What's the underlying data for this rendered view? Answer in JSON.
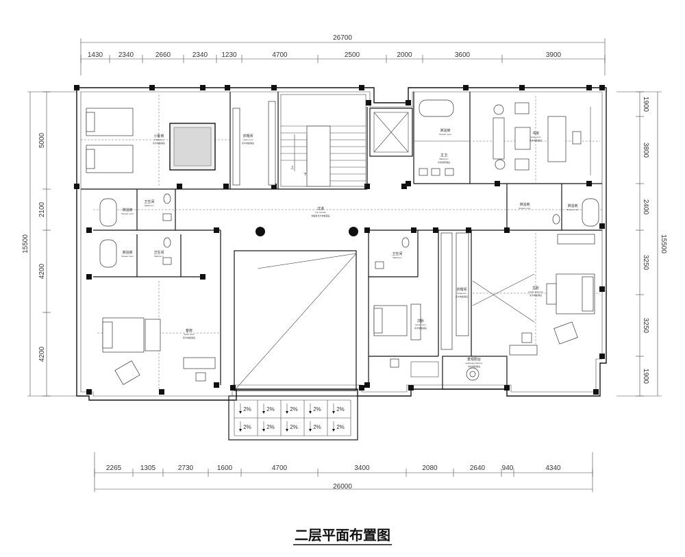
{
  "title": "二层平面布置图",
  "top_dims": {
    "total": "26700",
    "segments": [
      "1430",
      "2340",
      "2660",
      "2340",
      "1230",
      "4700",
      "2500",
      "2000",
      "3600",
      "3900"
    ]
  },
  "bottom_dims": {
    "total": "26000",
    "segments": [
      "2265",
      "1305",
      "2730",
      "1600",
      "4700",
      "3400",
      "2080",
      "2640",
      "940",
      "4340"
    ]
  },
  "left_dims": {
    "total": "15500",
    "segments": [
      "5000",
      "2100",
      "4200",
      "4200"
    ]
  },
  "right_dims": {
    "total": "15500",
    "segments": [
      "1900",
      "3800",
      "2400",
      "3250",
      "3250",
      "1900"
    ]
  },
  "rooms": {
    "small_bedroom": {
      "cn": "小卧房",
      "en": "Child room",
      "note": "实木地板铺设"
    },
    "cloakroom_left": {
      "cn": "衣帽间",
      "en": "Cloth room",
      "note": "实木地板铺设"
    },
    "bath_left_1": {
      "cn": "卫生间",
      "en": "Bathroom"
    },
    "shower_left_1": {
      "cn": "淋浴房",
      "en": "Shower room"
    },
    "bath_left_2": {
      "cn": "卫生间",
      "en": "Bathroom"
    },
    "shower_left_2": {
      "cn": "淋浴房",
      "en": "Shower room"
    },
    "guest_room": {
      "cn": "客房",
      "en": "Guest room",
      "note": "实木地板铺设"
    },
    "corridor": {
      "cn": "过道",
      "en": "The corridor",
      "note": "地面复合木地板铺设"
    },
    "shower_top": {
      "cn": "淋浴房",
      "en": "Shower room"
    },
    "bath_top": {
      "cn": "主卫",
      "en": "Bathroom",
      "note": "木纹地砖铺设"
    },
    "study": {
      "cn": "书房",
      "en": "study room",
      "note": "实木地板铺设"
    },
    "shower_right_a": {
      "cn": "淋浴房",
      "en": "Shower room"
    },
    "shower_right_b": {
      "cn": "淋浴房",
      "en": "Shower room"
    },
    "bath_mid": {
      "cn": "卫生间",
      "en": "Bathroom"
    },
    "second_bedroom": {
      "cn": "次卧",
      "en": "Guest room",
      "note": "实木地板铺设"
    },
    "cloakroom_right": {
      "cn": "衣帽间",
      "en": "cloakroom",
      "note": "实木地板铺设"
    },
    "master_bedroom": {
      "cn": "主卧",
      "en": "master bedroom",
      "note": "实木地板铺设"
    },
    "balcony": {
      "cn": "景观阳台",
      "en": "landscape balcony",
      "note": "木纹地砖铺设"
    }
  },
  "stair": {
    "up": "上",
    "down": "下"
  },
  "slopes": [
    "2%",
    "2%",
    "2%",
    "2%",
    "2%",
    "2%",
    "2%",
    "2%",
    "2%",
    "2%"
  ]
}
